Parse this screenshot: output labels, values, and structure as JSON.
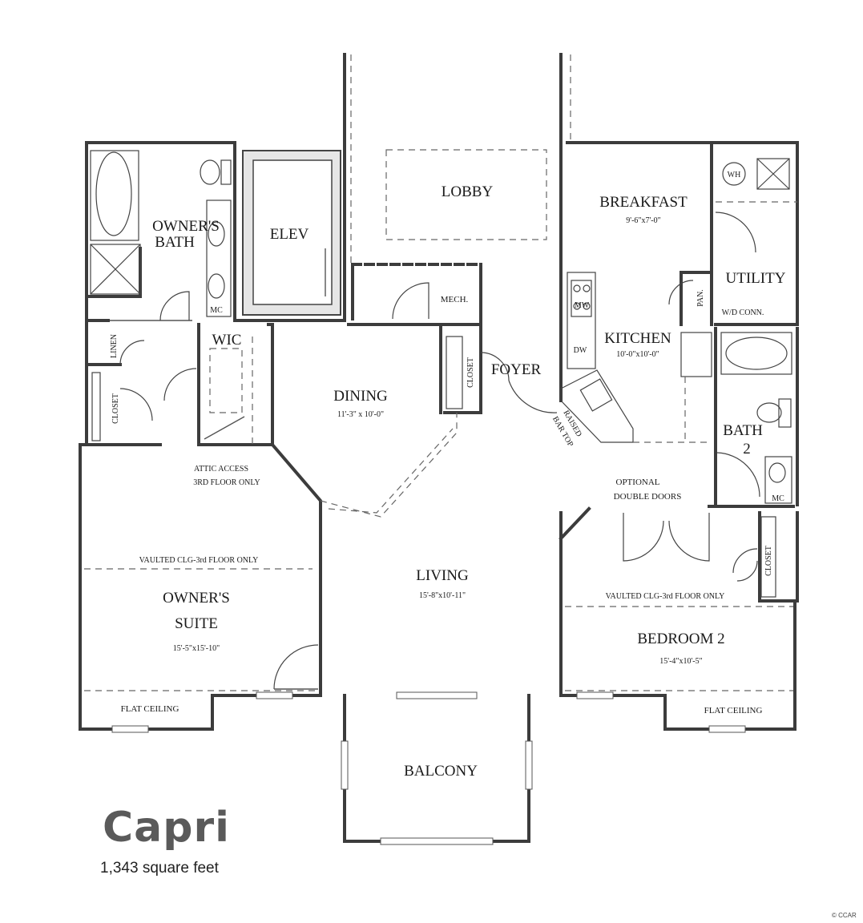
{
  "plan_name": "Capri",
  "square_feet": "1,343 square feet",
  "credit": "© CCAR",
  "rooms": {
    "lobby": "LOBBY",
    "breakfast": {
      "name": "BREAKFAST",
      "dims": "9'-6\"x7'-0\""
    },
    "utility": "UTILITY",
    "wd_conn": "W/D CONN.",
    "pantry": "PAN.",
    "wh": "WH",
    "owners_bath": [
      "OWNER'S",
      "BATH"
    ],
    "elev": "ELEV",
    "mech": "MECH.",
    "mw": "MW",
    "dw": "DW",
    "kitchen": {
      "name": "KITCHEN",
      "dims": "10'-0\"x10'-0\""
    },
    "wic": "WIC",
    "linen": "LINEN",
    "closet": "CLOSET",
    "mc": "MC",
    "foyer": "FOYER",
    "dining": {
      "name": "DINING",
      "dims": "11'-3\" x 10'-0\""
    },
    "raised_bar_top": [
      "RAISED",
      "BAR TOP"
    ],
    "bath2": [
      "BATH",
      "2"
    ],
    "attic_access": [
      "ATTIC ACCESS",
      "3RD FLOOR ONLY"
    ],
    "optional_doors": [
      "OPTIONAL",
      "DOUBLE DOORS"
    ],
    "vaulted_left": "VAULTED CLG-3rd FLOOR ONLY",
    "vaulted_right": "VAULTED CLG-3rd FLOOR ONLY",
    "living": {
      "name": "LIVING",
      "dims": "15'-8\"x10'-11\""
    },
    "owners_suite": {
      "name": [
        "OWNER'S",
        "SUITE"
      ],
      "dims": "15'-5\"x15'-10\""
    },
    "bedroom2": {
      "name": "BEDROOM 2",
      "dims": "15'-4\"x10'-5\""
    },
    "flat_ceiling_left": "FLAT CEILING",
    "flat_ceiling_right": "FLAT CEILING",
    "balcony": "BALCONY"
  }
}
